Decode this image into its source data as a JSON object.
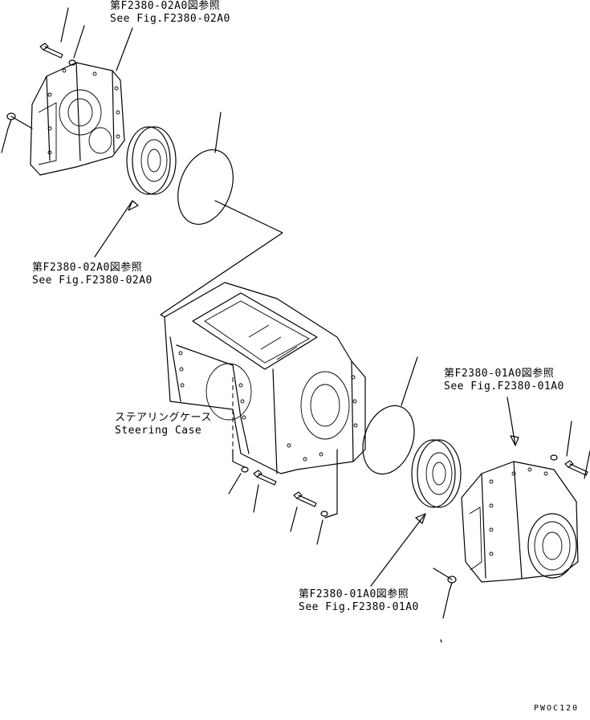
{
  "callouts": {
    "top_ref_ja": "第F2380-02A0図参照",
    "top_ref_en": "See Fig.F2380-02A0",
    "mid_ref_ja": "第F2380-02A0図参照",
    "mid_ref_en": "See Fig.F2380-02A0",
    "right_ref_ja": "第F2380-01A0図参照",
    "right_ref_en": "See Fig.F2380-01A0",
    "bottom_ref_ja": "第F2380-01A0図参照",
    "bottom_ref_en": "See Fig.F2380-01A0",
    "case_ja": "ステアリングケース",
    "case_en": "Steering Case"
  },
  "drawing_code": "PWOC120"
}
